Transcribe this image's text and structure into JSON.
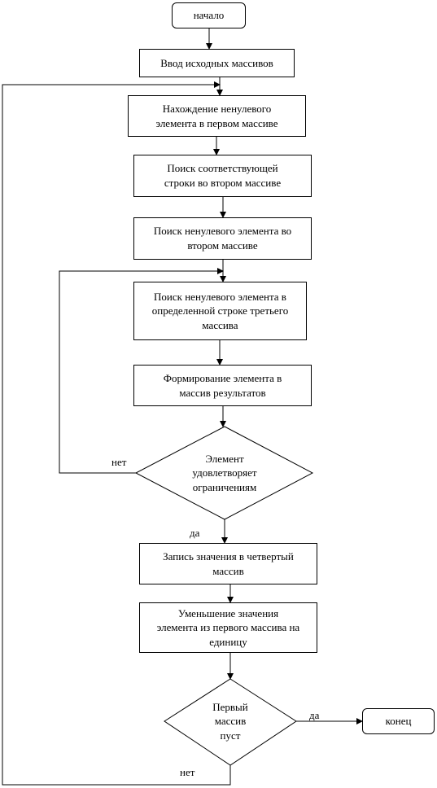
{
  "flowchart": {
    "start": "начало",
    "input": "Ввод исходных массивов",
    "step1": "Нахождение ненулевого\nэлемента в первом массиве",
    "step2": "Поиск соответствующей\nстроки во втором массиве",
    "step3": "Поиск ненулевого элемента во\nвтором массиве",
    "step4": "Поиск ненулевого элемента в\nопределенной строке третьего\nмассива",
    "step5": "Формирование элемента в\nмассив результатов",
    "decision1": "Элемент\nудовлетворяет\nограничениям",
    "decision1_no": "нет",
    "decision1_yes": "да",
    "step6": "Запись значения в четвертый\nмассив",
    "step7": "Уменьшение значения\nэлемента из первого массива на\nединицу",
    "decision2": "Первый\nмассив\nпуст",
    "decision2_yes": "да",
    "decision2_no": "нет",
    "end": "конец"
  }
}
